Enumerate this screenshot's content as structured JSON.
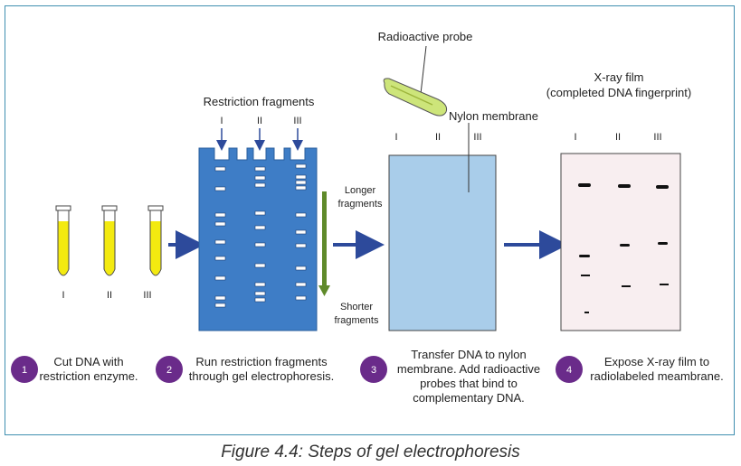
{
  "colors": {
    "frame": "#3f8fb0",
    "gel": "#3e7dc6",
    "membrane": "#a9cdea",
    "film": "#f8eef0",
    "arrow": "#2d4a9b",
    "tube_liquid": "#f3ea10",
    "gradient_arrow": "#5f8a2a",
    "step_badge": "#6a2b8a",
    "probe": "#cde57a"
  },
  "lane_labels": [
    "I",
    "II",
    "III"
  ],
  "labels": {
    "restriction_fragments": "Restriction fragments",
    "radioactive_probe": "Radioactive probe",
    "nylon_membrane": "Nylon membrane",
    "xray_title_line1": "X-ray film",
    "xray_title_line2": "(completed DNA fingerprint)",
    "longer_line1": "Longer",
    "longer_line2": "fragments",
    "shorter_line1": "Shorter",
    "shorter_line2": "fragments"
  },
  "steps": [
    {
      "number": "1",
      "line1": "Cut DNA with",
      "line2": "restriction enzyme."
    },
    {
      "number": "2",
      "line1": "Run restriction fragments",
      "line2": "through gel electrophoresis."
    },
    {
      "number": "3",
      "line1": "Transfer DNA to nylon",
      "line2": "membrane. Add radioactive",
      "line3": "probes that bind to",
      "line4": "complementary DNA."
    },
    {
      "number": "4",
      "line1": "Expose X-ray film to",
      "line2": "radiolabeled meambrane."
    }
  ],
  "caption": "Figure 4.4: Steps of gel electrophoresis"
}
